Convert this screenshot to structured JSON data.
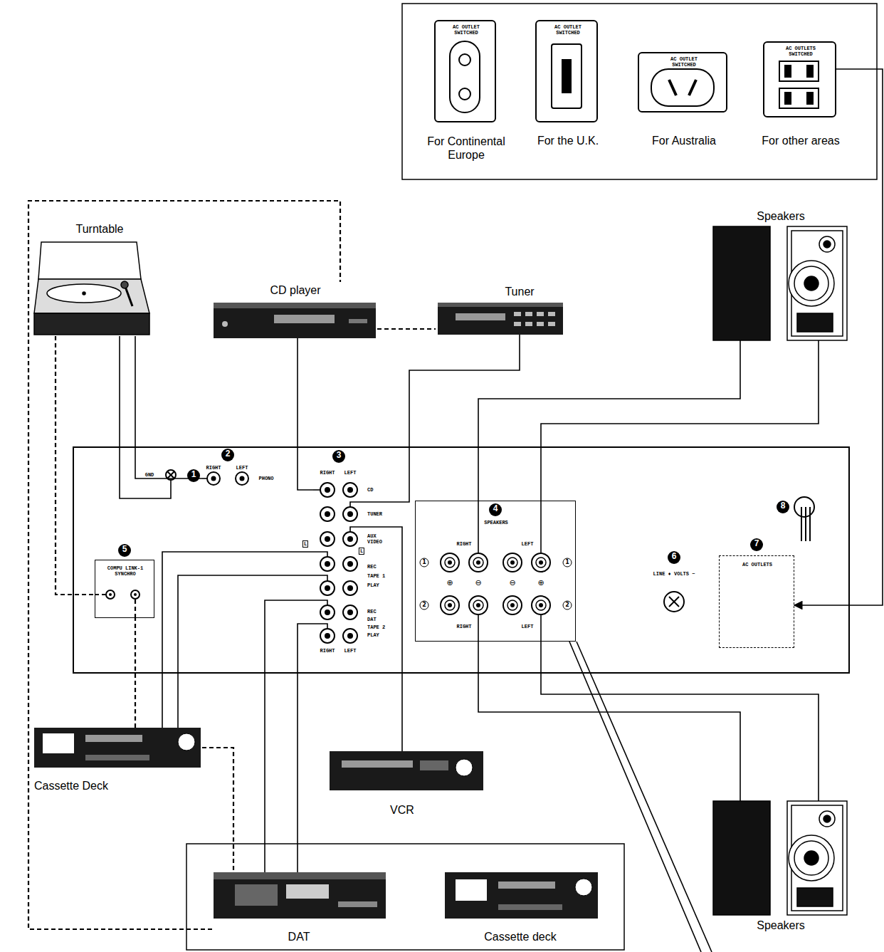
{
  "diagram": {
    "nodes": [
      {
        "text": [
          "AC OUTLET SWITCHED",
          "For Continental Europe"
        ]
      },
      {
        "text": [
          "AC OUTLET SWITCHED",
          "For the U.K."
        ]
      },
      {
        "text": [
          "AC OUTLET SWITCHED",
          "For Australia"
        ]
      },
      {
        "text": [
          "AC OUTLETS SWITCHED",
          "For other areas"
        ]
      },
      {
        "text": [
          "Turntable"
        ]
      },
      {
        "text": [
          "CD player"
        ]
      },
      {
        "text": [
          "Tuner"
        ]
      },
      {
        "text": [
          "Speakers"
        ]
      },
      {
        "text": [
          "GND"
        ]
      },
      {
        "text": [
          "RIGHT",
          "LEFT",
          "PHONO"
        ]
      },
      {
        "text": [
          "RIGHT",
          "LEFT",
          "CD",
          "TUNER",
          "AUX VIDEO",
          "REC TAPE 1 PLAY",
          "REC DAT TAPE 2 PLAY",
          "RIGHT",
          "LEFT"
        ]
      },
      {
        "text": [
          "SPEAKERS",
          "RIGHT",
          "LEFT",
          "RIGHT",
          "LEFT"
        ]
      },
      {
        "text": [
          "COMPU LINK-1 SYNCHRO"
        ]
      },
      {
        "text": [
          "AC OUTLETS"
        ]
      },
      {
        "text": [
          "Cassette Deck"
        ]
      },
      {
        "text": [
          "VCR"
        ]
      },
      {
        "text": [
          "DAT"
        ]
      },
      {
        "text": [
          "Cassette deck"
        ]
      },
      {
        "text": [
          "Speakers"
        ]
      }
    ],
    "edges": [
      {
        "from": 3,
        "to": 13,
        "arrow": "to"
      },
      {
        "from": 4,
        "to": 9,
        "arrow": "none"
      },
      {
        "from": 4,
        "to": 8,
        "arrow": "none"
      },
      {
        "from": 5,
        "to": 10,
        "arrow": "none"
      },
      {
        "from": 6,
        "to": 10,
        "arrow": "none"
      },
      {
        "from": 7,
        "to": 11,
        "arrow": "none"
      },
      {
        "from": 7,
        "to": 11,
        "arrow": "none"
      },
      {
        "from": 18,
        "to": 11,
        "arrow": "none"
      },
      {
        "from": 18,
        "to": 11,
        "arrow": "none"
      },
      {
        "from": 15,
        "to": 10,
        "arrow": "none"
      },
      {
        "from": 14,
        "to": 10,
        "arrow": "none"
      },
      {
        "from": 14,
        "to": 10,
        "arrow": "none"
      },
      {
        "from": 16,
        "to": 10,
        "arrow": "none"
      },
      {
        "from": 16,
        "to": 10,
        "arrow": "none"
      },
      {
        "from": 4,
        "to": 12,
        "arrow": "none"
      },
      {
        "from": 14,
        "to": 12,
        "arrow": "none"
      },
      {
        "from": 14,
        "to": 16,
        "arrow": "none"
      },
      {
        "from": 16,
        "to": 5,
        "arrow": "none"
      },
      {
        "from": 5,
        "to": 6,
        "arrow": "none"
      }
    ],
    "labels": [
      "1",
      "2",
      "3",
      "4",
      "5",
      "6",
      "7",
      "8",
      "LINE ♦ VOLTS ~",
      "1",
      "2",
      "1",
      "2",
      "⊕",
      "⊖",
      "⊖",
      "⊕",
      "L",
      "L"
    ]
  }
}
